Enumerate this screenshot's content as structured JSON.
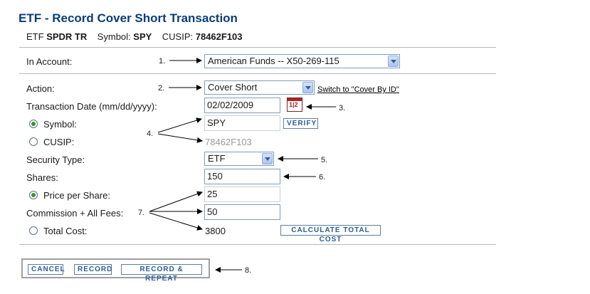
{
  "page": {
    "title": "ETF - Record Cover Short Transaction",
    "security_type_label": "ETF",
    "security_name": "SPDR TR",
    "symbol_label": "Symbol:",
    "symbol_value": "SPY",
    "cusip_label": "CUSIP:",
    "cusip_value": "78462F103"
  },
  "form": {
    "account_label": "In Account:",
    "account_value": "American Funds -- X50-269-115",
    "action_label": "Action:",
    "action_value": "Cover Short",
    "switch_link": "Switch to \"Cover By ID\"",
    "date_label": "Transaction Date (mm/dd/yyyy):",
    "date_value": "02/02/2009",
    "calendar_icon_text": "1|2",
    "symbol_label": "Symbol:",
    "symbol_value": "SPY",
    "verify_button": "VERIFY",
    "cusip_label": "CUSIP:",
    "cusip_value": "78462F103",
    "security_type_label": "Security Type:",
    "security_type_value": "ETF",
    "shares_label": "Shares:",
    "shares_value": "150",
    "price_label": "Price per Share:",
    "price_value": "25",
    "commission_label": "Commission + All Fees:",
    "commission_value": "50",
    "total_label": "Total Cost:",
    "total_value": "3800",
    "calc_button": "CALCULATE TOTAL COST"
  },
  "buttons": {
    "cancel": "CANCEL",
    "record": "RECORD",
    "record_repeat": "RECORD & REPEAT"
  },
  "annotations": {
    "n1": "1.",
    "n2": "2.",
    "n3": "3.",
    "n4": "4.",
    "n5": "5.",
    "n6": "6.",
    "n7": "7.",
    "n8": "8."
  },
  "radios": {
    "symbol_selected": true,
    "price_selected": true,
    "total_selected": false,
    "cusip_selected": false
  },
  "colors": {
    "title": "#0a3d7a",
    "button_text": "#2d5d8f",
    "radio_selected": "#2a9a2a"
  }
}
